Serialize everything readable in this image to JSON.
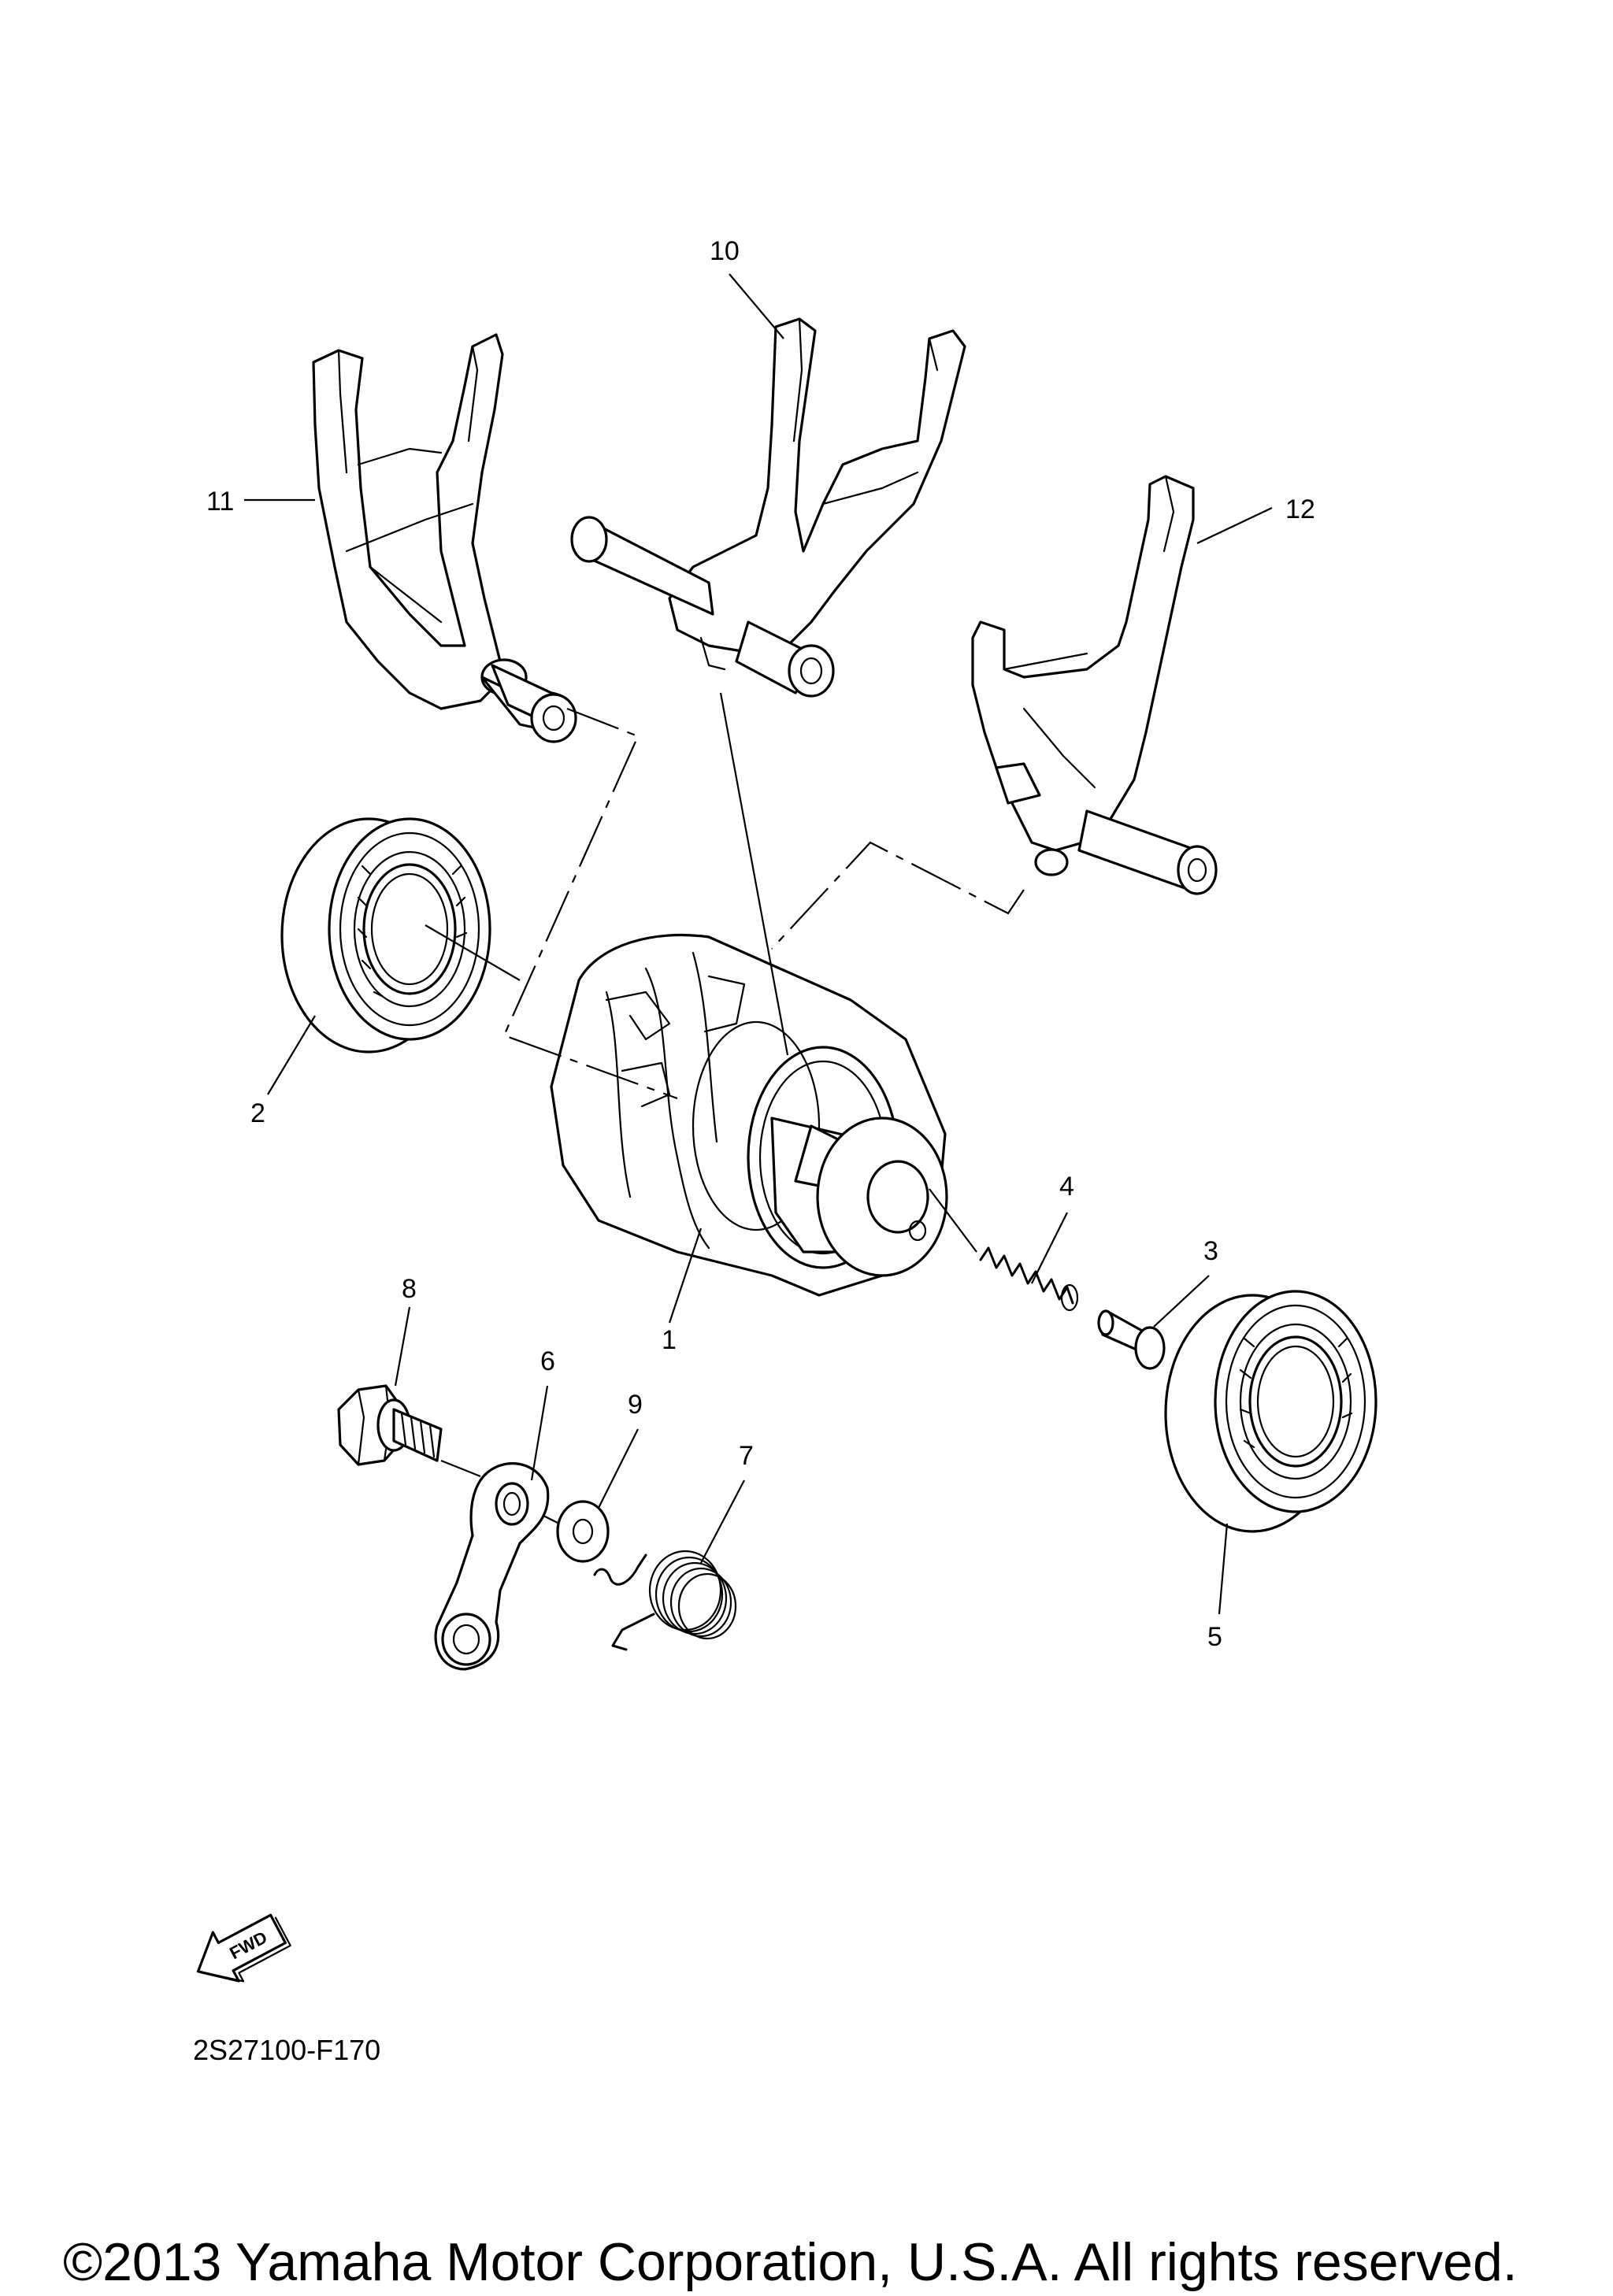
{
  "diagram": {
    "callouts": [
      "1",
      "2",
      "3",
      "4",
      "5",
      "6",
      "7",
      "8",
      "9",
      "10",
      "11",
      "12"
    ],
    "fwd_label": "FWD",
    "part_code": "2S27100-F170",
    "copyright": "©2013 Yamaha Motor Corporation, U.S.A. All rights reserved."
  }
}
